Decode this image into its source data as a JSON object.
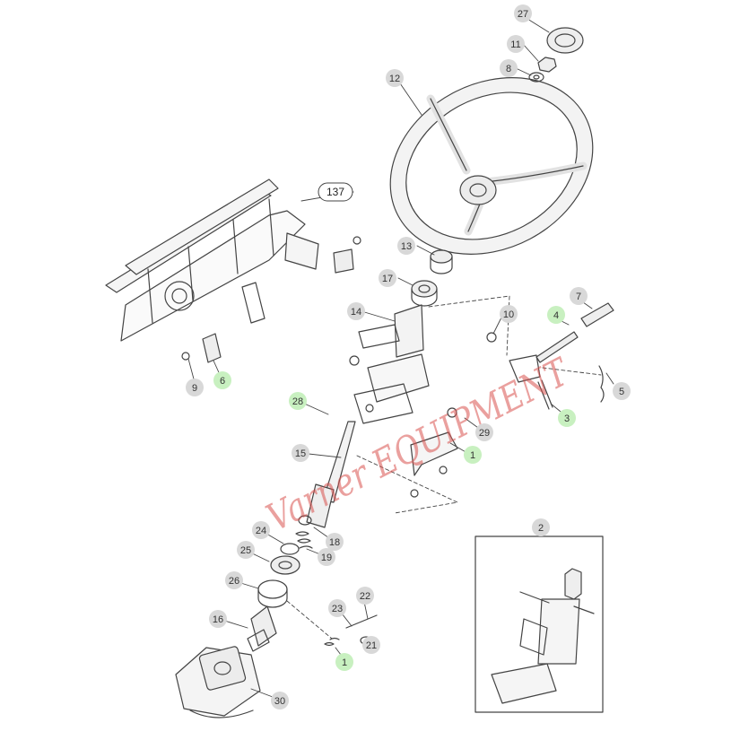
{
  "diagram": {
    "callout_label": "137",
    "watermark_text": "Varner EQUIPMENT",
    "colors": {
      "label_gray": "#d8d8d8",
      "label_green": "#c8f0c0",
      "line": "#444444",
      "watermark": "#d9534f"
    },
    "part_labels": [
      {
        "id": "27",
        "highlight": false
      },
      {
        "id": "11",
        "highlight": false
      },
      {
        "id": "8",
        "highlight": false
      },
      {
        "id": "12",
        "highlight": false
      },
      {
        "id": "13",
        "highlight": false
      },
      {
        "id": "17",
        "highlight": false
      },
      {
        "id": "14",
        "highlight": false
      },
      {
        "id": "10",
        "highlight": false
      },
      {
        "id": "7",
        "highlight": false
      },
      {
        "id": "4",
        "highlight": true
      },
      {
        "id": "5",
        "highlight": false
      },
      {
        "id": "3",
        "highlight": true
      },
      {
        "id": "9",
        "highlight": false
      },
      {
        "id": "6",
        "highlight": true
      },
      {
        "id": "28",
        "highlight": true
      },
      {
        "id": "29",
        "highlight": false
      },
      {
        "id": "1",
        "highlight": true
      },
      {
        "id": "15",
        "highlight": false
      },
      {
        "id": "18",
        "highlight": false
      },
      {
        "id": "19",
        "highlight": false
      },
      {
        "id": "24",
        "highlight": false
      },
      {
        "id": "25",
        "highlight": false
      },
      {
        "id": "26",
        "highlight": false
      },
      {
        "id": "22",
        "highlight": false
      },
      {
        "id": "23",
        "highlight": false
      },
      {
        "id": "21",
        "highlight": false
      },
      {
        "id": "1",
        "highlight": true
      },
      {
        "id": "16",
        "highlight": false
      },
      {
        "id": "30",
        "highlight": false
      },
      {
        "id": "2",
        "highlight": false
      }
    ]
  }
}
